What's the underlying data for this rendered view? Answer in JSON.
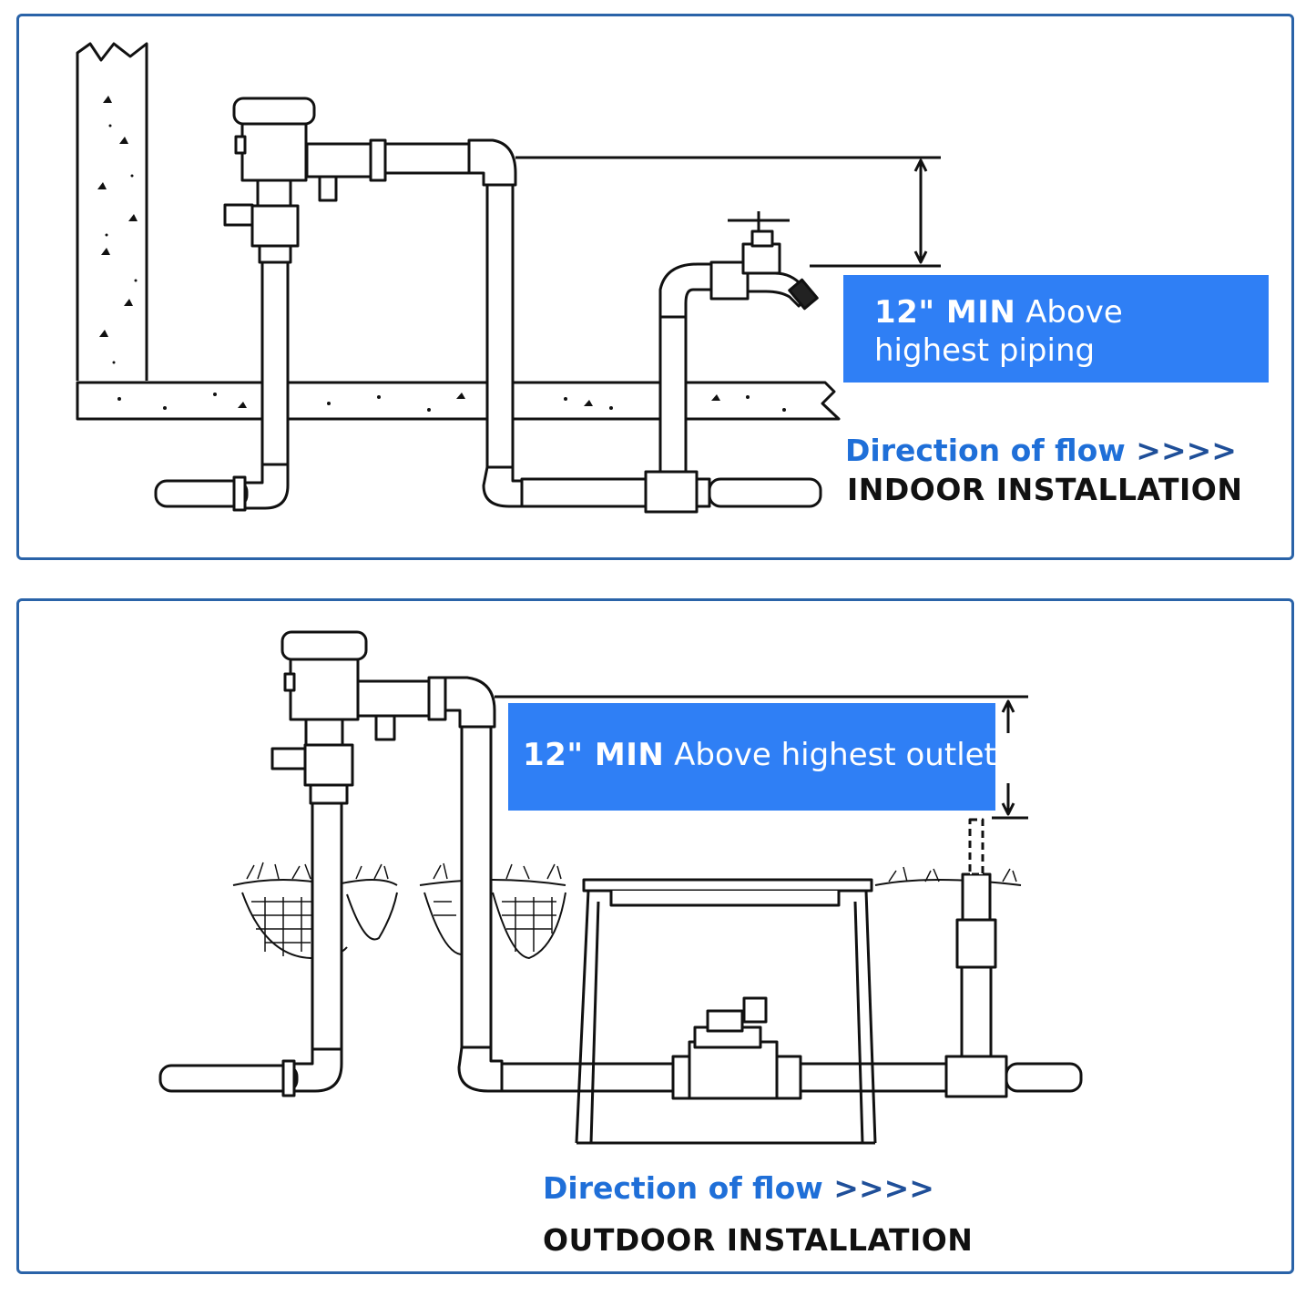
{
  "indoor": {
    "callout_strong": "12\" MIN",
    "callout_text": " Above highest piping",
    "flow_label": "Direction of flow ",
    "flow_arrows": ">>>>",
    "install_label": "INDOOR INSTALLATION"
  },
  "outdoor": {
    "callout_strong": "12\" MIN",
    "callout_text": " Above highest outlet",
    "flow_label": "Direction of flow ",
    "flow_arrows": ">>>>",
    "install_label": "OUTDOOR INSTALLATION"
  },
  "colors": {
    "panel_border": "#2a63a8",
    "callout_bg": "#2f7ff5",
    "flow_text": "#1f6fd8",
    "install_text": "#111111"
  }
}
